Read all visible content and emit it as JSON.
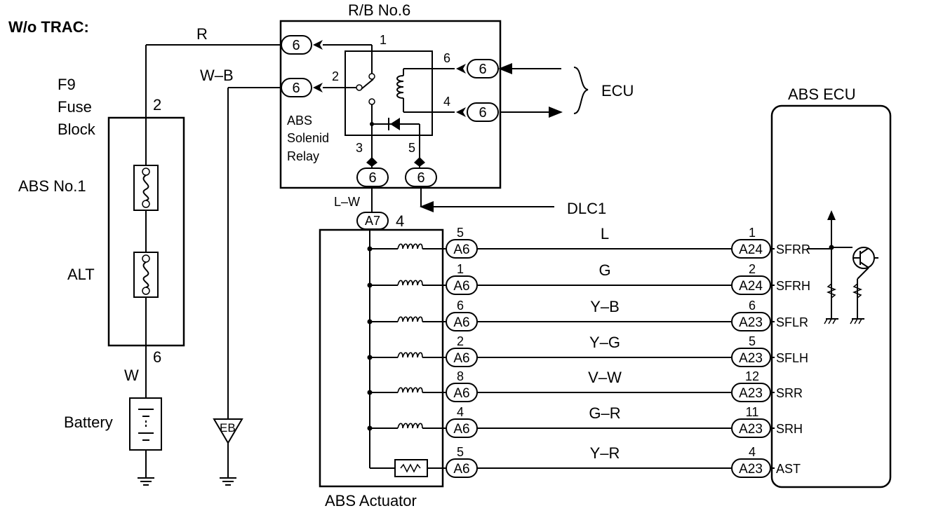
{
  "heading": "W/o TRAC:",
  "fuse_block": {
    "label_line1": "F9",
    "label_line2": "Fuse",
    "label_line3": "Block",
    "pin_top": "2",
    "pin_bottom": "6",
    "fuse1": "ABS No.1",
    "fuse2": "ALT"
  },
  "battery": {
    "label": "Battery",
    "wire": "W"
  },
  "ground_eb": "EB",
  "relay_block": {
    "title": "R/B No.6",
    "relay_line1": "ABS",
    "relay_line2": "Solenid",
    "relay_line3": "Relay",
    "connector": "6",
    "pins": {
      "p1": "1",
      "p2": "2",
      "p3": "3",
      "p4": "4",
      "p5": "5",
      "p6": "6"
    }
  },
  "wires": {
    "r": "R",
    "wb": "W–B",
    "lw": "L–W"
  },
  "ecu_label": "ECU",
  "dlc_label": "DLC1",
  "actuator": {
    "label": "ABS Actuator",
    "input_connector": "A7",
    "input_pin": "4"
  },
  "abs_ecu": {
    "label": "ABS ECU"
  },
  "circuits": [
    {
      "act_pin": "5",
      "act_conn": "A6",
      "wire": "L",
      "ecu_pin": "1",
      "ecu_conn": "A24",
      "signal": "SFRR"
    },
    {
      "act_pin": "1",
      "act_conn": "A6",
      "wire": "G",
      "ecu_pin": "2",
      "ecu_conn": "A24",
      "signal": "SFRH"
    },
    {
      "act_pin": "6",
      "act_conn": "A6",
      "wire": "Y–B",
      "ecu_pin": "6",
      "ecu_conn": "A23",
      "signal": "SFLR"
    },
    {
      "act_pin": "2",
      "act_conn": "A6",
      "wire": "Y–G",
      "ecu_pin": "5",
      "ecu_conn": "A23",
      "signal": "SFLH"
    },
    {
      "act_pin": "8",
      "act_conn": "A6",
      "wire": "V–W",
      "ecu_pin": "12",
      "ecu_conn": "A23",
      "signal": "SRR"
    },
    {
      "act_pin": "4",
      "act_conn": "A6",
      "wire": "G–R",
      "ecu_pin": "11",
      "ecu_conn": "A23",
      "signal": "SRH"
    },
    {
      "act_pin": "5",
      "act_conn": "A6",
      "wire": "Y–R",
      "ecu_pin": "4",
      "ecu_conn": "A23",
      "signal": "AST"
    }
  ]
}
